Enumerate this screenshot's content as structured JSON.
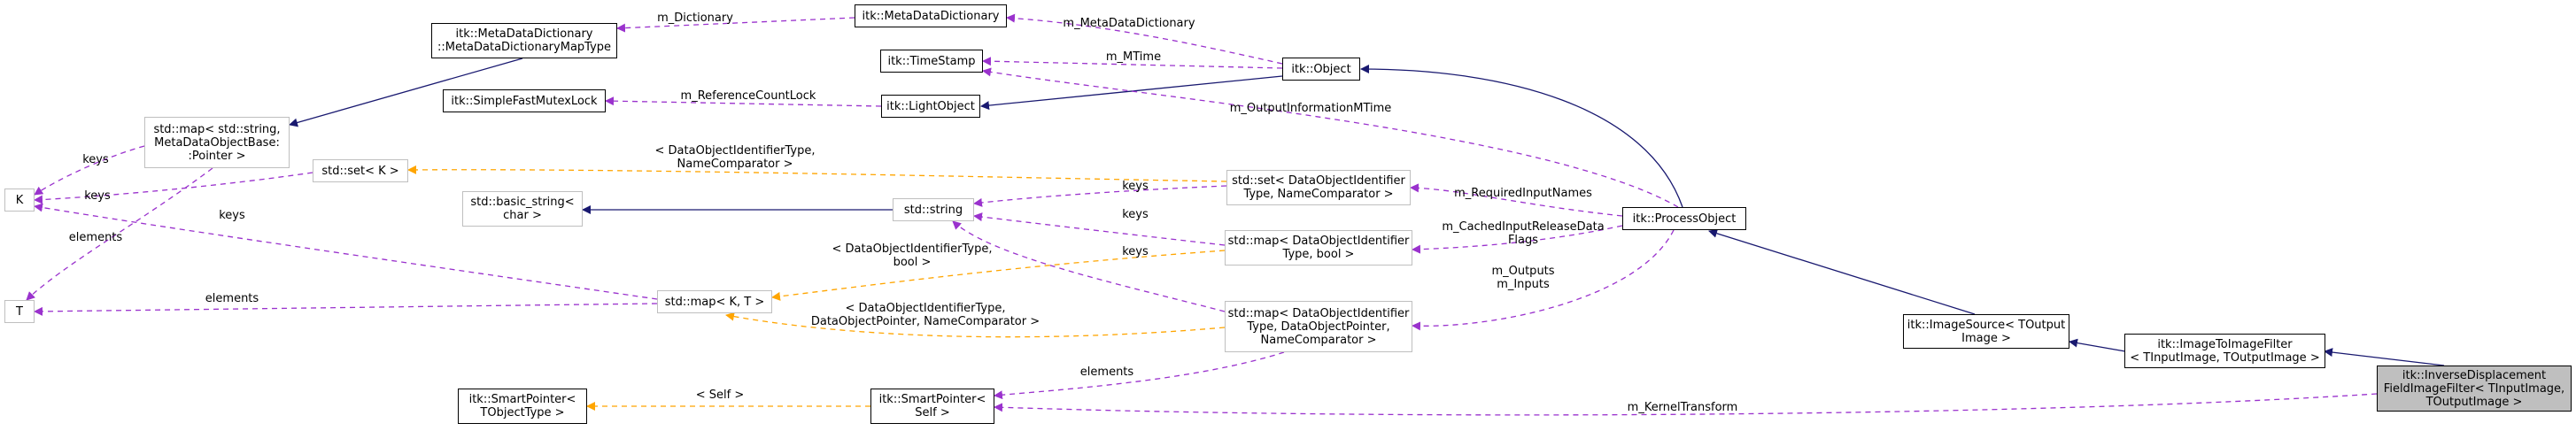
{
  "nodes": {
    "inverse_filter": [
      "itk::InverseDisplacement",
      "FieldImageFilter< TInputImage,",
      " TOutputImage >"
    ],
    "image_to_image_filter": [
      "itk::ImageToImageFilter",
      "< TInputImage, TOutputImage >"
    ],
    "image_source": [
      "itk::ImageSource< TOutput",
      "Image >"
    ],
    "process_object": [
      "itk::ProcessObject"
    ],
    "object": [
      "itk::Object"
    ],
    "light_object": [
      "itk::LightObject"
    ],
    "simple_fast_mutex_lock": [
      "itk::SimpleFastMutexLock"
    ],
    "time_stamp": [
      "itk::TimeStamp"
    ],
    "metadata_dictionary": [
      "itk::MetaDataDictionary"
    ],
    "metadata_dictionary_map_type": [
      "itk::MetaDataDictionary",
      "::MetaDataDictionaryMapType"
    ],
    "std_map_string_metadata": [
      "std::map< std::string,",
      " MetaDataObjectBase:",
      ":Pointer >"
    ],
    "k": [
      "K"
    ],
    "t": [
      "T"
    ],
    "std_set_k": [
      "std::set< K >"
    ],
    "std_map_k_t": [
      "std::map< K, T >"
    ],
    "std_basic_string": [
      "std::basic_string<",
      " char >"
    ],
    "std_string": [
      "std::string"
    ],
    "std_set_data_object": [
      "std::set< DataObjectIdentifier",
      "Type, NameComparator >"
    ],
    "std_map_data_object_bool": [
      "std::map< DataObjectIdentifier",
      "Type, bool >"
    ],
    "std_map_data_object_pointer": [
      "std::map< DataObjectIdentifier",
      "Type, DataObjectPointer,",
      " NameComparator >"
    ],
    "smart_pointer_self": [
      "itk::SmartPointer<",
      " Self >"
    ],
    "smart_pointer_tobjecttype": [
      "itk::SmartPointer<",
      " TObjectType >"
    ]
  },
  "edges": {
    "m_kernel_transform": [
      "m_KernelTransform"
    ],
    "m_dictionary": [
      "m_Dictionary"
    ],
    "m_metadata_dictionary": [
      "m_MetaDataDictionary"
    ],
    "m_mtime": [
      "m_MTime"
    ],
    "m_reference_count_lock": [
      "m_ReferenceCountLock"
    ],
    "m_output_information_mtime": [
      "m_OutputInformationMTime"
    ],
    "m_required_input_names": [
      "m_RequiredInputNames"
    ],
    "m_cached_input_release_data_flags": [
      "m_CachedInputReleaseData",
      "Flags"
    ],
    "m_outputs_inputs": [
      "m_Outputs",
      "m_Inputs"
    ],
    "keys_map_to_k": [
      "keys"
    ],
    "elements_map_to_t": [
      "elements"
    ],
    "keys_set_to_k": [
      "keys"
    ],
    "keys_mapkt_to_k": [
      "keys"
    ],
    "elements_mapkt_to_t": [
      "elements"
    ],
    "keys_set_do_to_string": [
      "keys"
    ],
    "keys_map_bool_to_string": [
      "keys"
    ],
    "keys_map_ptr_to_string": [
      "keys"
    ],
    "elements_map_ptr_to_smartptr": [
      "elements"
    ],
    "tmpl_set_k": [
      "< DataObjectIdentifierType,",
      "NameComparator >"
    ],
    "tmpl_map_bool": [
      "< DataObjectIdentifierType,",
      "bool >"
    ],
    "tmpl_map_ptr": [
      "< DataObjectIdentifierType,",
      "DataObjectPointer, NameComparator >"
    ],
    "tmpl_self": [
      "< Self >"
    ]
  },
  "colors": {
    "inheritance": "#191970",
    "usage": "#9a32cd",
    "template": "#ffa500",
    "focus_fill": "#bfbfbf",
    "gray_border": "#bfbfbf"
  }
}
